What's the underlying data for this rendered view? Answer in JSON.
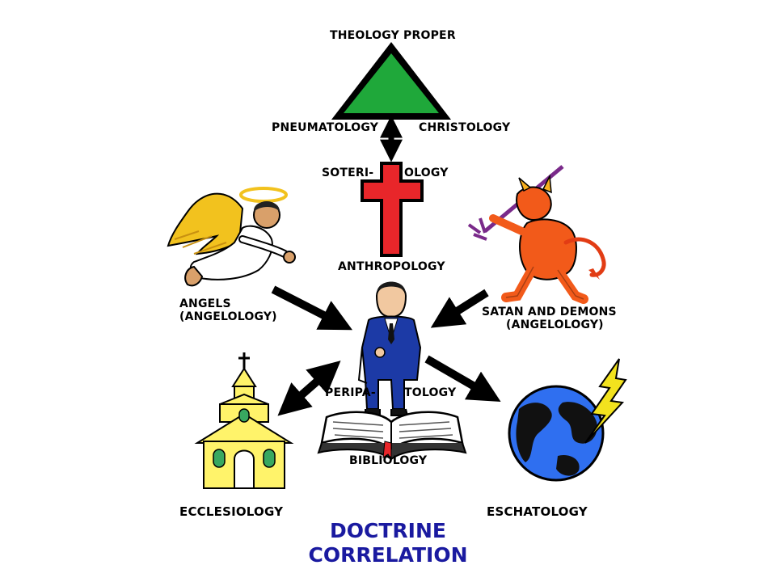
{
  "labels": {
    "theology_proper": "THEOLOGY PROPER",
    "pneumatology": "PNEUMATOLOGY",
    "christology": "CHRISTOLOGY",
    "soteri": "SOTERI-",
    "ology": "OLOGY",
    "anthropology": "ANTHROPOLOGY",
    "angels": "ANGELS",
    "angels_paren": "(ANGELOLOGY)",
    "satan": "SATAN AND DEMONS",
    "satan_paren": "(ANGELOLOGY)",
    "peripa": "PERIPA-",
    "tology": "TOLOGY",
    "bibliology": "BIBLIOLOGY",
    "ecclesiology": "ECCLESIOLOGY",
    "eschatology": "ESCHATOLOGY"
  },
  "title": {
    "line1": "DOCTRINE",
    "line2": "CORRELATION"
  },
  "colors": {
    "triangle": "#1fa83a",
    "cross": "#e8262a",
    "church": "#fff36a",
    "earth_ocean": "#2f6ff0",
    "devil": "#f25a1a",
    "angel_wing": "#f2c21e",
    "man_suit": "#1c3aa6",
    "title": "#1a1aa0"
  }
}
